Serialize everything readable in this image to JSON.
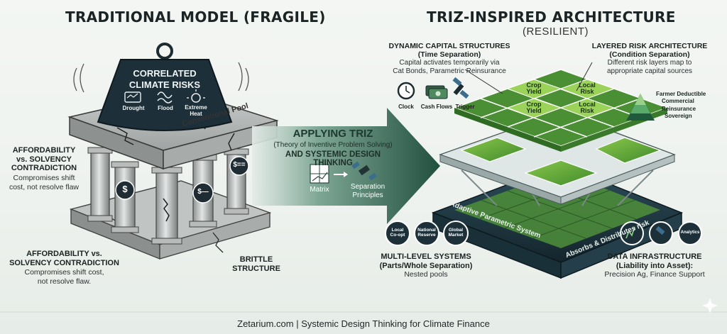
{
  "left": {
    "title": "TRADITIONAL MODEL (FRAGILE)",
    "weight": {
      "line1": "CORRELATED",
      "line2": "CLIMATE RISKS",
      "icons": [
        {
          "label": "Drought",
          "icon": "drought-icon"
        },
        {
          "label": "Flood",
          "icon": "flood-icon"
        },
        {
          "label": "Extreme",
          "label2": "Heat",
          "icon": "heat-icon"
        }
      ]
    },
    "slab_label": "Conventional Pool",
    "pillar_symbols": [
      "$",
      "$==",
      "$—"
    ],
    "callout_top": {
      "title1": "AFFORDABILITY",
      "title2": "vs. SOLVENCY",
      "title3": "CONTRADICTION",
      "body1": "Compromises shift",
      "body2": "cost, not resolve flaw"
    },
    "callout_bottom": {
      "title1": "AFFORDABILITY vs.",
      "title2": "SOLVENCY CONTRADICTION",
      "body1": "Compromises shift cost,",
      "body2": "not resolve flaw."
    },
    "brittle": {
      "line1": "BRITTLE",
      "line2": "STRUCTURE"
    }
  },
  "center": {
    "line1": "APPLYING TRIZ",
    "line2": "(Theory of Inventive Problem Solving)",
    "line3": "AND SYSTEMIC DESIGN THINKING",
    "matrix": "Matrix",
    "separation1": "Separation",
    "separation2": "Principles"
  },
  "right": {
    "title": "TRIZ-INSPIRED ARCHITECTURE",
    "subtitle": "(RESILIENT)",
    "dynamic": {
      "title1": "DYNAMIC CAPITAL STRUCTURES",
      "title2": "(Time Separation)",
      "body1": "Capital activates temporarily via",
      "body2": "Cat Bonds, Parametric Reinsurance",
      "icons": [
        "Clock",
        "Cash Flows",
        "Trigger"
      ]
    },
    "layered": {
      "title1": "LAYERED RISK ARCHITECTURE",
      "title2": "(Condition Separation)",
      "body1": "Different risk layers map to",
      "body2": "appropriate capital sources"
    },
    "pyramid": [
      "Farmer Deductible",
      "Commercial",
      "Reinsurance",
      "Sovereign"
    ],
    "tiles": [
      {
        "line1": "Crop",
        "line2": "Yield"
      },
      {
        "line1": "Local",
        "line2": "Risk"
      },
      {
        "line1": "Crop",
        "line2": "Yield"
      },
      {
        "line1": "Local",
        "line2": "Risk"
      }
    ],
    "platform_left": "Adaptive Parametric System",
    "platform_right": "Absorbs & Distributes risk",
    "multi": {
      "title1": "MULTI-LEVEL SYSTEMS",
      "title2": "(Parts/Whole Separation)",
      "body": "Nested pools",
      "badges": [
        {
          "line1": "Local",
          "line2": "Co-opt"
        },
        {
          "line1": "National",
          "line2": "Reserve"
        },
        {
          "line1": "Global",
          "line2": "Market"
        }
      ]
    },
    "data": {
      "title1": "DATA INFRASTRUCTURE",
      "title2": "(Liability into Asset):",
      "body": "Precision Ag, Finance Support",
      "badge": "Analytics"
    }
  },
  "footer": "Zetarium.com | Systemic Design Thinking for Climate Finance"
}
